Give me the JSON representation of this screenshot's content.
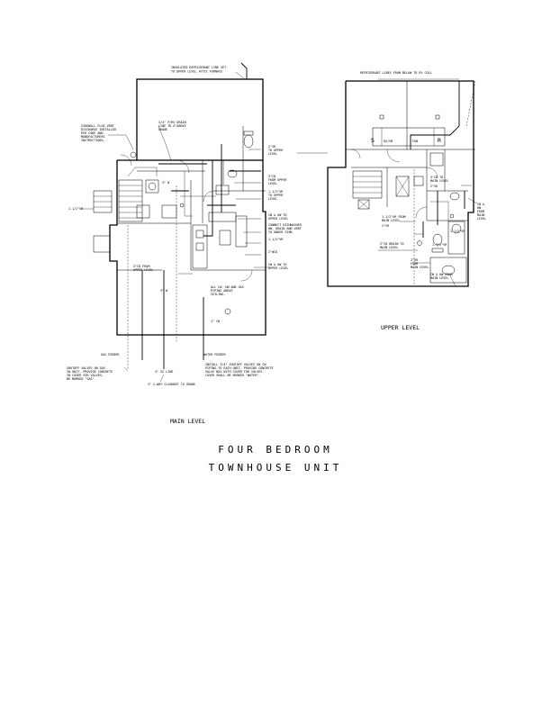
{
  "title": {
    "line1": "FOUR BEDROOM",
    "line2": "TOWNHOUSE UNIT"
  },
  "levels": {
    "main": "MAIN LEVEL",
    "upper": "UPPER LEVEL"
  },
  "main_notes": {
    "refrigerant_1": "INSULATED REFRIGERANT LINE SET",
    "refrigerant_2": "TO UPPER LEVEL ATTIC FURNACE",
    "sidewall_1": "SIDEWALL FLUE VENT",
    "sidewall_2": "DISCHARGE INSTALLED",
    "sidewall_3": "PER CODE AND",
    "sidewall_4": "MANUFACTURERS",
    "sidewall_5": "INSTRUCTIONS.",
    "prv_1": "3/4\" P/RV DRAIN",
    "prv_2": "LINE TO 6\"ABOVE",
    "prv_3": "GRADE",
    "vr_left": "1-1/2\"VR",
    "vr2_1": "2\"VR",
    "vr2_2": "TO UPPER",
    "vr2_3": "LEVEL",
    "cd_1": "3\"CD",
    "cd_2": "FROM UPPER",
    "cd_3": "LEVEL",
    "vr15_1": "1-1/2\"VR",
    "vr15_2": "TO UPPER",
    "vr15_3": "LEVEL",
    "cw_1": "CW & HW TO",
    "cw_2": "UPPER LEVEL",
    "conn_1": "CONNECT DISHWASHER",
    "conn_2": "HW, DRAIN AND VENT",
    "conn_3": "TO UNDER SINK.",
    "vr15b": "1-1/2\"VR",
    "wco": "2\"WCO",
    "cw2_1": "CW & HW TO",
    "cw2_2": "UPPER LEVEL",
    "cd2_1": "3\"CD FROM",
    "cd2_2": "UPPER LEVEL",
    "piping_1": "ALL CW, HW AND GAS",
    "piping_2": "PIPING ABOVE",
    "piping_3": "CEILING.",
    "gas_feeder": "GAS FEEDER",
    "water_feeder": "WATER FEEDER",
    "shutoff_left_1": "SHUTOFF VALVES ON GAS",
    "shutoff_left_2": "IN UNIT. PROVIDE CONCRETE",
    "shutoff_left_3": "IN COVER FOR VALVES,",
    "shutoff_left_4": "BE MARKED \"GAS\".",
    "install_1": "INSTALL 3/4\" SHUTOFF VALVES ON CW",
    "install_2": "PIPING TO EACH UNIT. PROVIDE CONCRETE",
    "install_3": "VALVE BOX WITH COVER FOR VALVES.",
    "install_4": "COVER SHALL BE MARKED \"WATER\".",
    "ss_line": "4\" SS LINE",
    "cleanout": "4\" 2-WAY CLEANOUT TO GRADE",
    "dim_1": "3\" W",
    "dim_2": "3\" W",
    "cw_main": "1\" CW"
  },
  "upper_notes": {
    "refrigerant": "REFRIGERANT LINES FROM BELOW TO EV COIL",
    "fixture_s": "S",
    "fixture_dxsm": "DX/SM",
    "fixture_fan": "FAN",
    "fixture_r": "R",
    "cd3_1": "3\"CD TO",
    "cd3_2": "MAIN LEVEL",
    "cd3_3": "2\"VR",
    "vr_from_1": "1-1/2\"VR FROM",
    "vr_from_2": "MAIN LEVEL",
    "vr_from_3": "2\"VR",
    "vr_right": "1-1/2\"VR",
    "drain_1": "2\"CD DRAIN TO",
    "drain_2": "MAIN LEVEL",
    "vr_small": "1-1/2\"VR",
    "vr_mid_1": "2\"VR",
    "vr_mid_2": "FROM",
    "vr_mid_3": "MAIN LEVEL",
    "cwhw_1": "CW & HW FROM",
    "cwhw_2": "MAIN LEVEL",
    "edge_1": "CW &",
    "edge_2": "HW",
    "edge_3": "FROM",
    "edge_4": "MAIN",
    "edge_5": "LEVEL"
  }
}
